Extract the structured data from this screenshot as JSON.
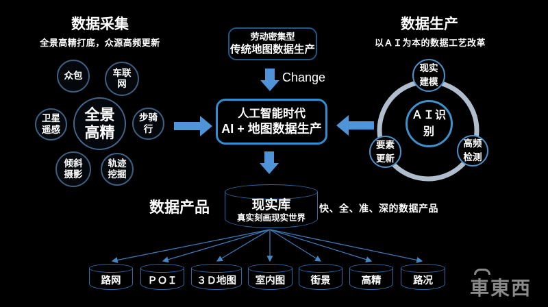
{
  "colors": {
    "background": "#000000",
    "arrow_blue": "#4f94d8",
    "old_box_border": "#1d5a8c",
    "new_box_border": "#2f8fd0",
    "bubble_border": "#3d6080",
    "ring": "#b0bdcc",
    "satellite_border": "#4a90c8",
    "cylinder_border": "#2d6ea8",
    "fan_line": "#3c7ab8",
    "watermark_gray": "#8a8a8a"
  },
  "collection": {
    "title": "数据采集",
    "subtitle": "全景高精打底，众源高频更新",
    "bubbles": [
      {
        "name": "crowdsourcing",
        "line1": "众包",
        "line2": ""
      },
      {
        "name": "connected-vehicles",
        "line1": "车联",
        "line2": "网"
      },
      {
        "name": "satellite-remote-sensing",
        "line1": "卫星",
        "line2": "遥感"
      },
      {
        "name": "panoramic-hd",
        "line1": "全景",
        "line2": "高精"
      },
      {
        "name": "walk-bike",
        "line1": "步骑",
        "line2": "行"
      },
      {
        "name": "oblique-photography",
        "line1": "倾斜",
        "line2": "摄影"
      },
      {
        "name": "trajectory-mining",
        "line1": "轨迹",
        "line2": "挖掘"
      }
    ]
  },
  "transition": {
    "old_box": {
      "line1": "劳动密集型",
      "line2": "传统地图数据生产"
    },
    "change_label": "Change",
    "new_box": {
      "line1": "人工智能时代",
      "line2": "AI + 地图数据生产"
    }
  },
  "production": {
    "title": "数据生产",
    "subtitle": "以ＡＩ为本的数据工艺改革",
    "center_circle": {
      "line1": "ＡＩ识",
      "line2": "别"
    },
    "satellites": [
      {
        "name": "reality-modeling",
        "line1": "现实",
        "line2": "建模"
      },
      {
        "name": "element-update",
        "line1": "要素",
        "line2": "更新"
      },
      {
        "name": "high-frequency-detection",
        "line1": "高频",
        "line2": "检测"
      }
    ]
  },
  "products": {
    "label": "数据产品",
    "database": {
      "title": "现实库",
      "subtitle": "真实刻画现实世界"
    },
    "tagline": "快、全、准、深的数据产品",
    "items": [
      "路网",
      "ＰＯＩ",
      "３Ｄ地图",
      "室内图",
      "街景",
      "高精",
      "路况"
    ]
  },
  "watermark": "車東西"
}
